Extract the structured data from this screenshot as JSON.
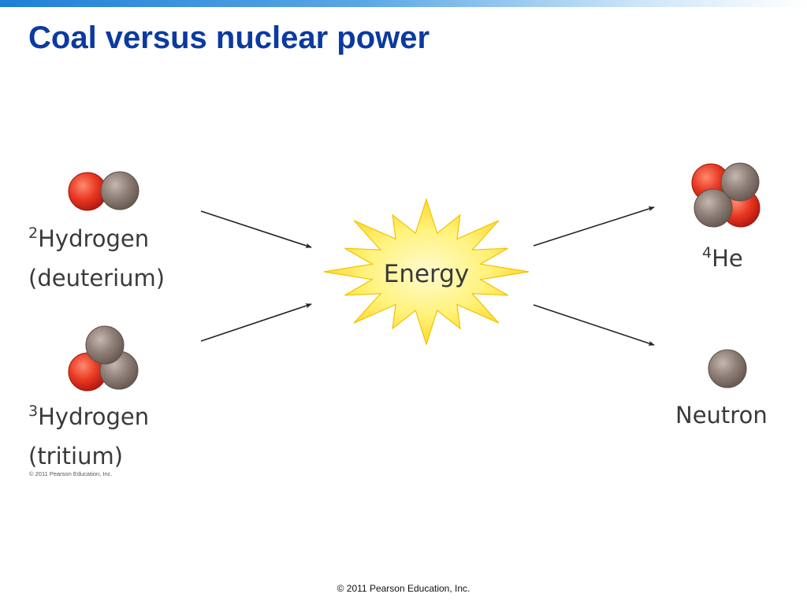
{
  "slide": {
    "title": "Coal versus nuclear power"
  },
  "diagram": {
    "reactant_1": {
      "mass_number": "2",
      "name": "Hydrogen",
      "alias": "(deuterium)"
    },
    "reactant_2": {
      "mass_number": "3",
      "name": "Hydrogen",
      "alias": "(tritium)"
    },
    "center_label": "Energy",
    "product_1": {
      "mass_number": "4",
      "name": "He"
    },
    "product_2": {
      "name": "Neutron"
    },
    "figure_credit": "© 2011 Pearson Education, Inc."
  },
  "footer": {
    "copyright": "© 2011 Pearson Education, Inc."
  },
  "colors": {
    "proton": "#e8251c",
    "neutron": "#8b7b72",
    "burst": "#ffe866",
    "title": "#0b3aa0"
  }
}
